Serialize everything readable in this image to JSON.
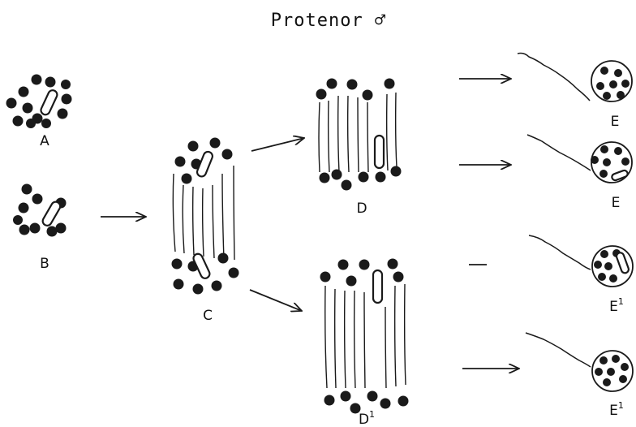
{
  "title": "Protenor ♂",
  "labels": {
    "A": "A",
    "B": "B",
    "C": "C",
    "D": "D",
    "D1": "D",
    "D1_sup": "1",
    "E_top": "E",
    "E_second": "E",
    "E1_third": "E",
    "E1_third_sup": "1",
    "E1_bottom": "E",
    "E1_bottom_sup": "1"
  },
  "colors": {
    "ink": "#1a1a1a",
    "paper": "#ffffff"
  }
}
